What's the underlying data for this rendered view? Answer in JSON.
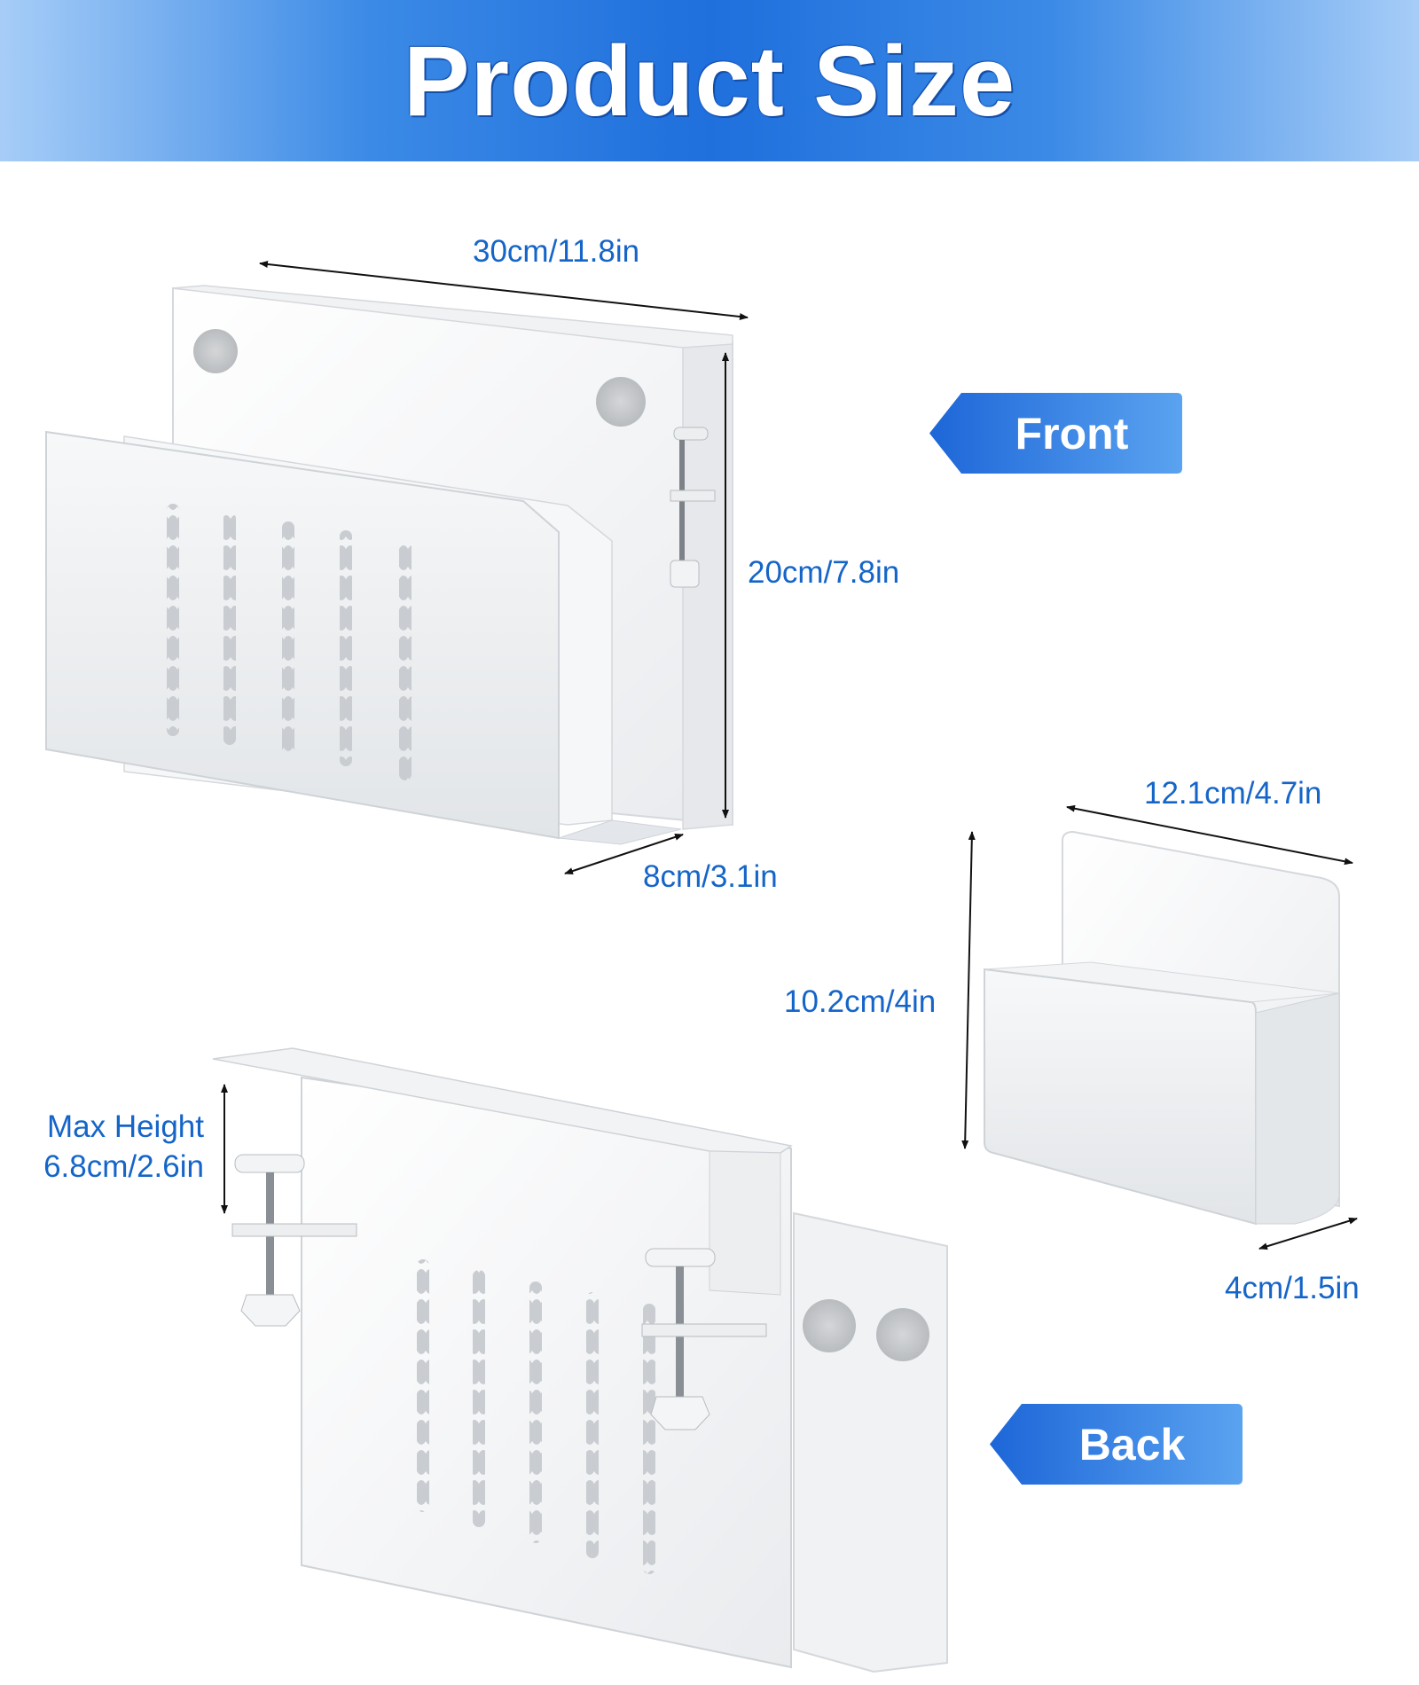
{
  "header": {
    "title": "Product Size"
  },
  "labels": {
    "front": "Front",
    "back": "Back"
  },
  "dimensions": {
    "width_main": "30cm/11.8in",
    "height_main": "20cm/7.8in",
    "depth_main": "8cm/3.1in",
    "width_small": "12.1cm/4.7in",
    "height_small": "10.2cm/4in",
    "depth_small": "4cm/1.5in",
    "max_height_label": "Max Height",
    "max_height_value": "6.8cm/2.6in"
  },
  "colors": {
    "accent": "#1f6fdd",
    "dimension_text": "#1565c9",
    "product": "#ffffff"
  }
}
